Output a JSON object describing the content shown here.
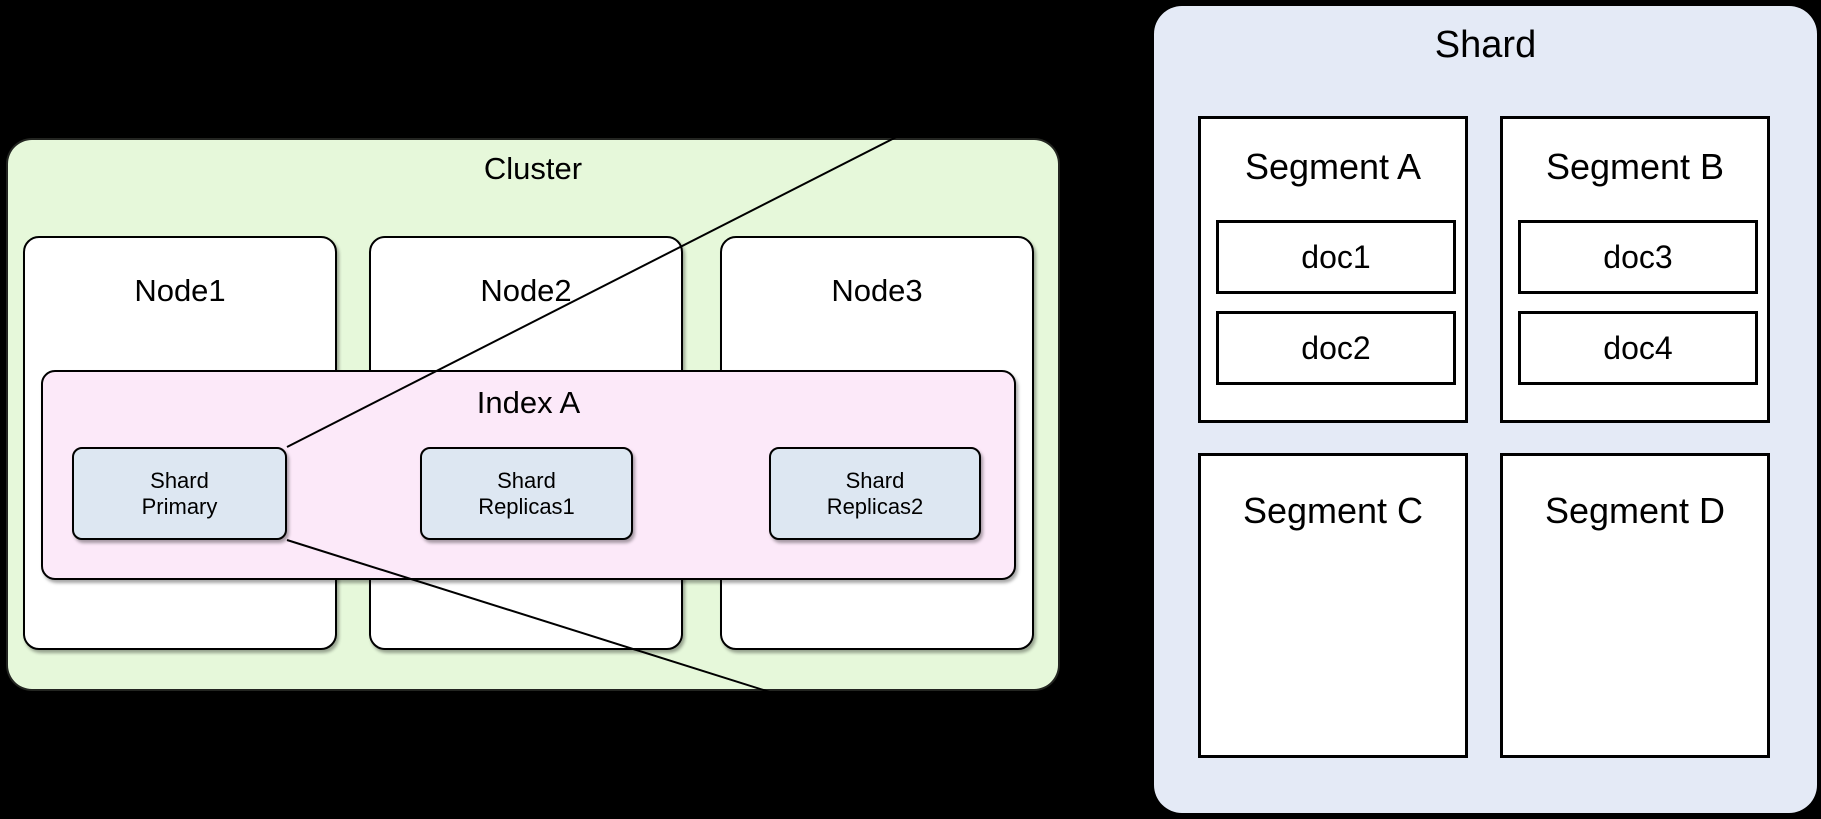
{
  "diagram": {
    "cluster": {
      "label": "Cluster",
      "nodes": [
        {
          "label": "Node1"
        },
        {
          "label": "Node2"
        },
        {
          "label": "Node3"
        }
      ],
      "index": {
        "label": "Index A",
        "shards": [
          {
            "label": "Shard\nPrimary"
          },
          {
            "label": "Shard\nReplicas1"
          },
          {
            "label": "Shard\nReplicas2"
          }
        ]
      }
    },
    "shard_detail": {
      "title": "Shard",
      "segments": [
        {
          "label": "Segment A",
          "docs": [
            "doc1",
            "doc2"
          ]
        },
        {
          "label": "Segment B",
          "docs": [
            "doc3",
            "doc4"
          ]
        },
        {
          "label": "Segment C",
          "docs": []
        },
        {
          "label": "Segment D",
          "docs": []
        }
      ]
    },
    "colors": {
      "background": "#000000",
      "cluster_fill": "#e6f8da",
      "index_fill": "#fce9f9",
      "shard_box_fill": "#dde7f2",
      "shard_panel_fill": "#e4eaf6",
      "segment_fill": "#ffffff",
      "border": "#000000"
    }
  }
}
